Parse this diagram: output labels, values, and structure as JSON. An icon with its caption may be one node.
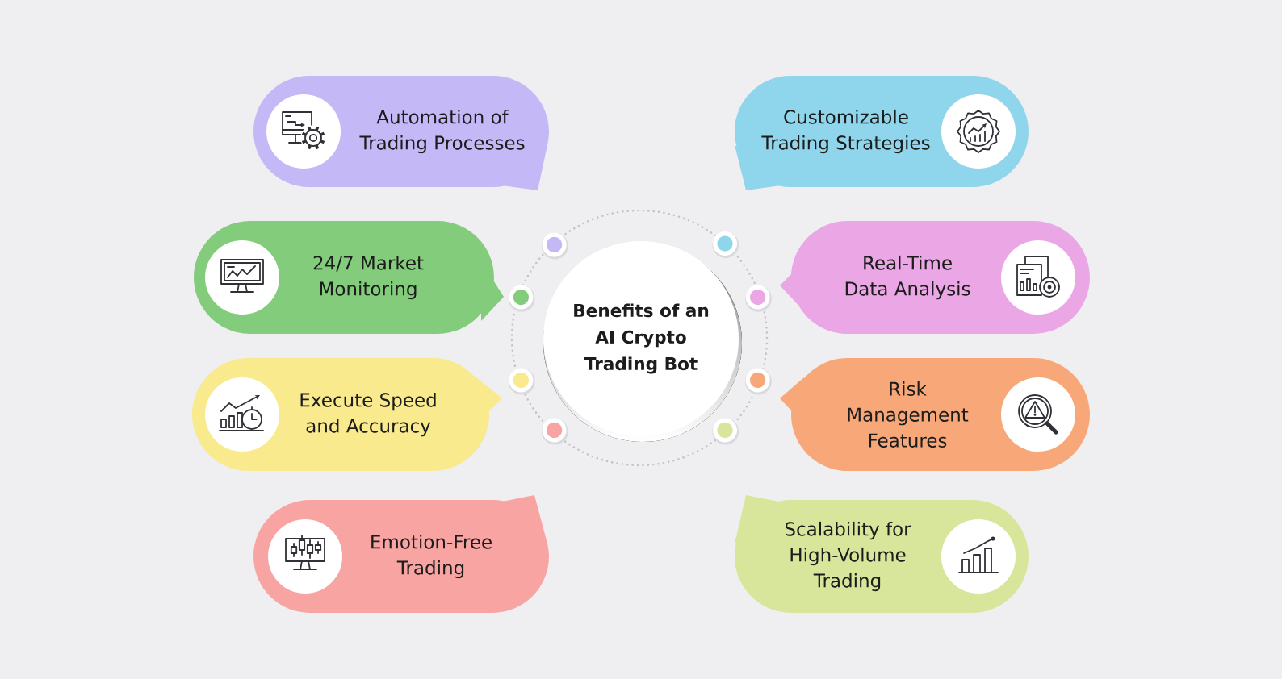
{
  "diagram": {
    "nodes": [
      {
        "text": [
          "Benefits of an AI Crypto Trading Bot"
        ]
      },
      {
        "text": [
          "Automation of Trading Processes"
        ]
      },
      {
        "text": [
          "Customizable Trading Strategies"
        ]
      },
      {
        "text": [
          "24/7 Market Monitoring"
        ]
      },
      {
        "text": [
          "Real-Time Data Analysis"
        ]
      },
      {
        "text": [
          "Execute Speed and Accuracy"
        ]
      },
      {
        "text": [
          "Risk Management Features"
        ]
      },
      {
        "text": [
          "Emotion-Free Trading"
        ]
      },
      {
        "text": [
          "Scalability for High-Volume Trading"
        ]
      }
    ]
  }
}
